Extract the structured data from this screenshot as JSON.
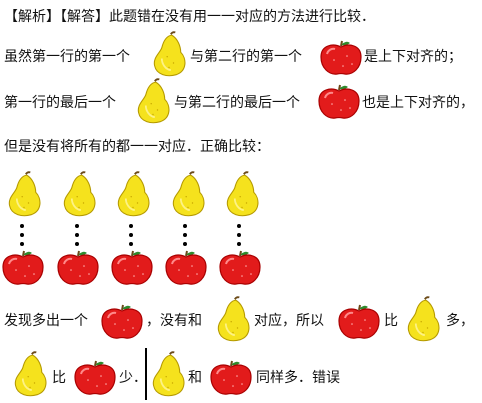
{
  "lines": {
    "l1": {
      "tag1": "【解析】",
      "tag2": "【解答】",
      "text": "此题错在没有用一一对应的方法进行比较．"
    },
    "l2": {
      "a": "虽然第一行的第一个",
      "b": "与第二行的第一个",
      "c": "是上下对齐的；"
    },
    "l3": {
      "a": "第一行的最后一个",
      "b": "与第二行的最后一个",
      "c": "也是上下对齐的，"
    },
    "l4": {
      "text": "但是没有将所有的都一一对应．正确比较："
    },
    "l5": {
      "a": "发现多出一个",
      "b": "，没有和",
      "c": "对应，所以",
      "d": "比",
      "e": "多，"
    },
    "l6": {
      "a": "比",
      "b": "少．",
      "c": "和",
      "d": "同样多．错误"
    }
  },
  "icons": {
    "pear": "pear-icon",
    "apple": "apple-icon"
  },
  "colors": {
    "pear": "#f5e21d",
    "apple": "#e21b1b",
    "stem": "#6b4a1a",
    "leaf": "#2e8a2e"
  },
  "arrangement": {
    "pears_row": 5,
    "apples_row": 5
  }
}
